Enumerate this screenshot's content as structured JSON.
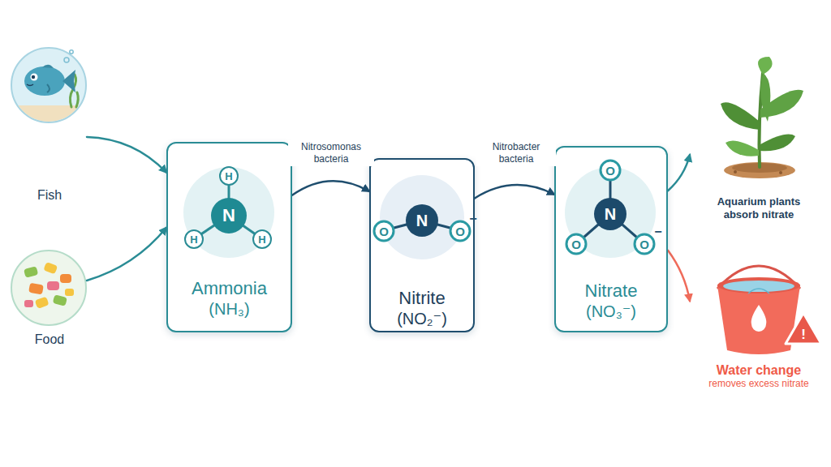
{
  "diagram": {
    "nodes": [
      {
        "text": [
          "Fish"
        ]
      },
      {
        "text": [
          "Food"
        ]
      },
      {
        "text": [
          "Ammonia",
          "(NH₃)"
        ]
      },
      {
        "text": [
          "Nitrite",
          "(NO₂⁻)"
        ]
      },
      {
        "text": [
          "Nitrate",
          "(NO₃⁻)"
        ]
      },
      {
        "text": [
          "Aquarium plants absorb nitrate"
        ]
      },
      {
        "text": [
          "Water change",
          "removes excess nitrate"
        ]
      }
    ],
    "edges": [
      {
        "from": 0,
        "to": 2,
        "arrow": "to"
      },
      {
        "from": 1,
        "to": 2,
        "arrow": "to"
      },
      {
        "from": 2,
        "to": 3,
        "label": "Nitrosomonas bacteria",
        "arrow": "to"
      },
      {
        "from": 3,
        "to": 4,
        "label": "Nitrobacter bacteria",
        "arrow": "to"
      },
      {
        "from": 4,
        "to": 5,
        "arrow": "to"
      },
      {
        "from": 4,
        "to": 6,
        "arrow": "to"
      }
    ],
    "labels": [
      "H",
      "N",
      "H",
      "H",
      "O",
      "N",
      "O",
      "−",
      "O",
      "N",
      "O",
      "O",
      "−",
      "!"
    ]
  }
}
